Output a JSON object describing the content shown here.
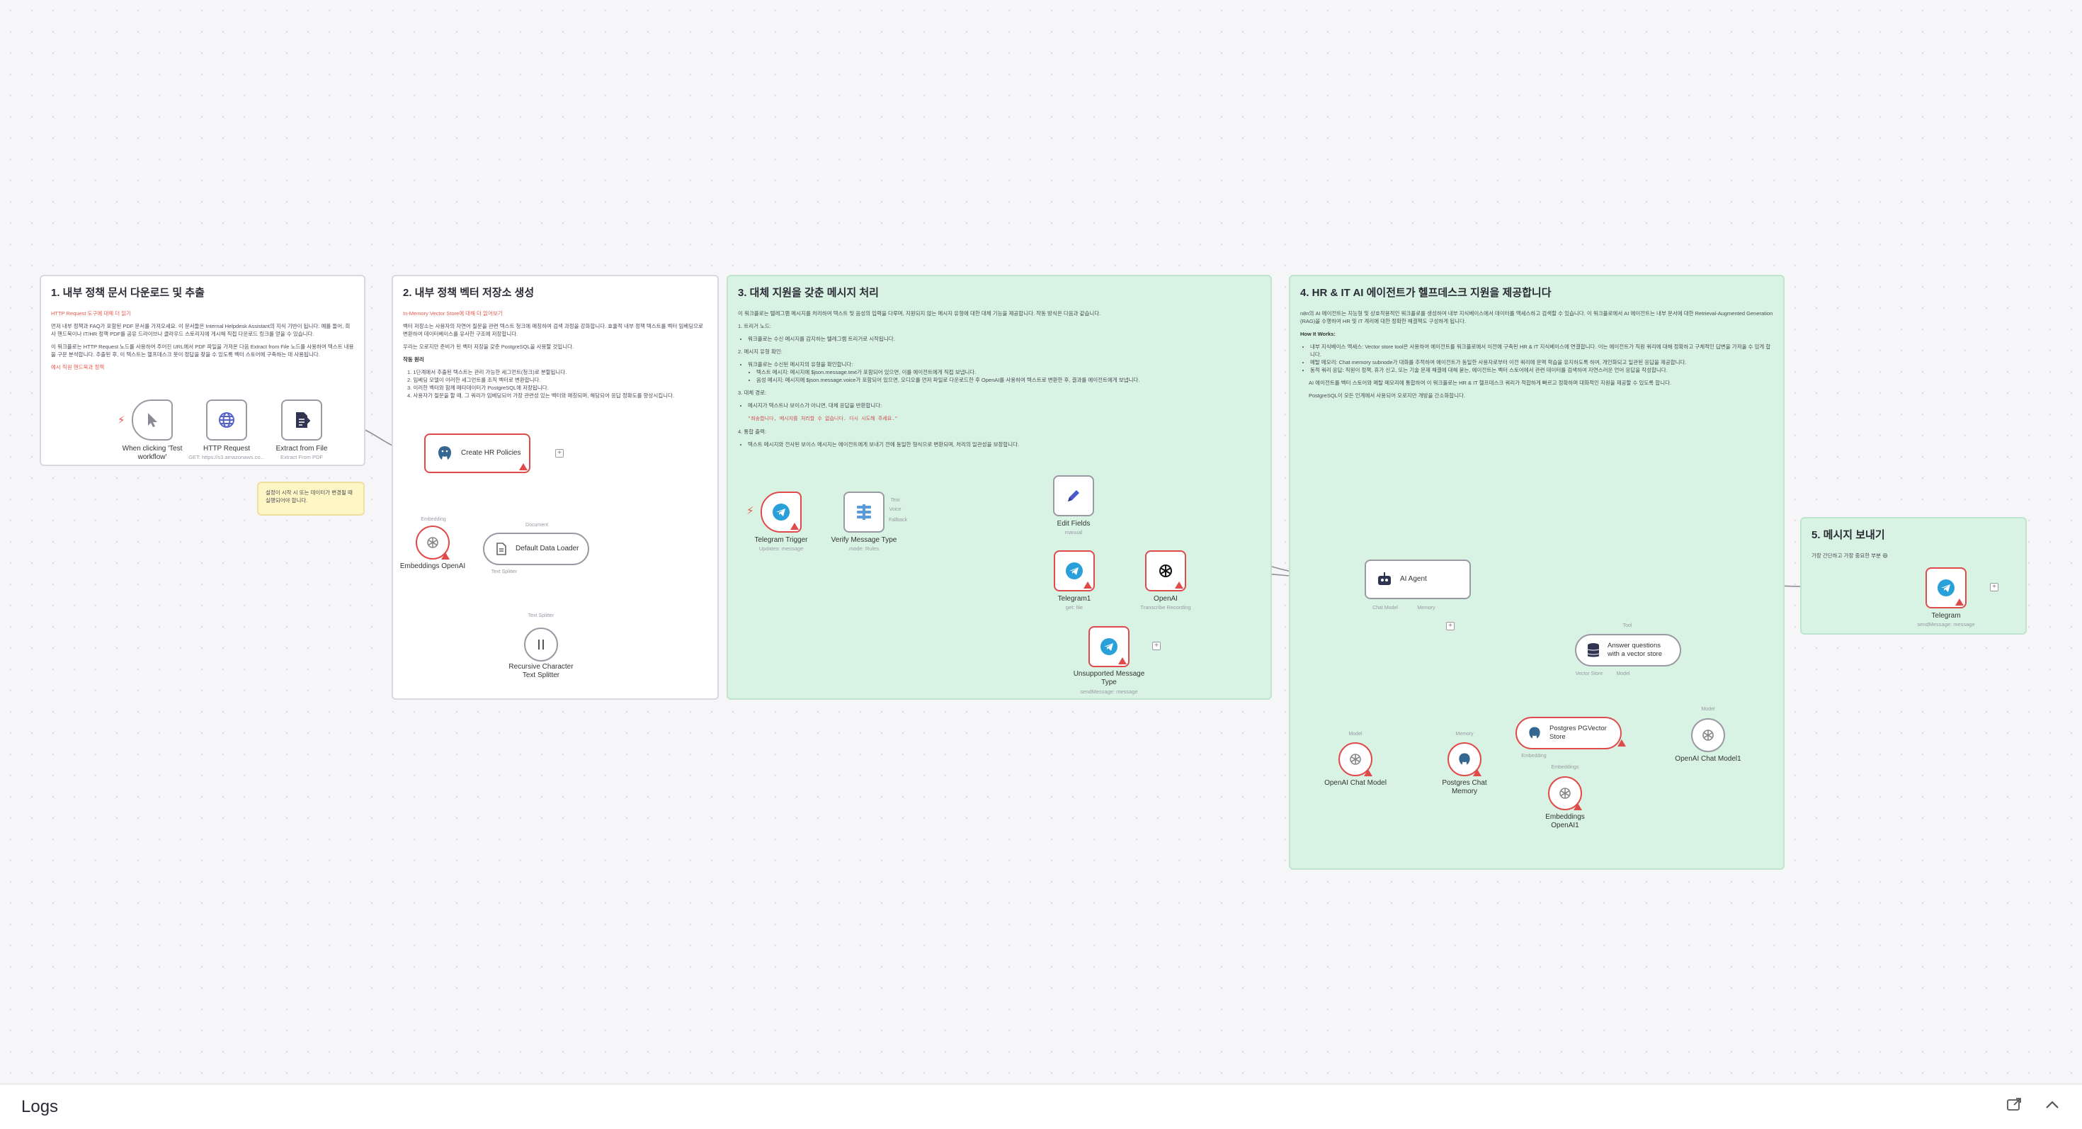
{
  "stickies": {
    "s1": {
      "title": "1. 내부 정책 문서 다운로드 및 추출",
      "link": "HTTP Request 도구에 대해 더 읽기",
      "p1": "먼저 내부 정책과 FAQ가 포함된 PDF 문서를 가져오세요. 이 문서들은 Internal Helpdesk Assistant의 지식 기반이 됩니다. 예를 들어, 회사 핸드북이나 IT/HR 정책 PDF를 공유 드라이브나 클라우드 스토리지에 게시해 직접 다운로드 링크를 얻을 수 있습니다.",
      "p2": "이 워크플로는 HTTP Request 노드를 사용하여 주어진 URL에서 PDF 파일을 가져온 다음 Extract from File 노드를 사용하여 텍스트 내용을 구문 분석합니다. 추출된 후, 이 텍스트는 헬프데스크 봇이 정답을 찾을 수 있도록 벡터 스토어에 구축하는 데 사용됩니다.",
      "link2": "예시 직원 핸드북과 정책"
    },
    "s2": {
      "title": "2. 내부 정책 벡터 저장소 생성",
      "link": "In-Memory Vector Store에 대해 더 읽어보기",
      "p1": "벡터 저장소는 사용자의 자연어 질문을 관련 텍스트 청크에 매칭하여 검색 과정을 강화합니다. 효율적 내부 정책 텍스트를 벡터 임베딩으로 변환하여 데이터베이스를 유사한 구조에 저장합니다.",
      "p2": "우리는 오로지만 준비가 된 벡터 저장을 갖춘 PostgreSQL을 사용할 것입니다.",
      "p3": "작동 원리",
      "list": [
        "1. 1단계에서 추출된 텍스트는 관리 가능한 세그먼트(청크)로 분할됩니다.",
        "2. 임베딩 모델이 이러한 세그먼트를 조직 벡터로 변환합니다.",
        "3. 이러한 벡터와 함께 메타데이터가 PostgreSQL에 저장됩니다.",
        "4. 사용자가 질문을 할 때, 그 쿼리가 임베딩되어 가장 관련성 있는 벡터와 매칭되며, 해당되어 응답 정확도를 향상시킵니다."
      ],
      "note": "설정이 시작 시 또는 데이터가 변경될 때 실행되어야 합니다."
    },
    "s3": {
      "title": "3. 대체 지원을 갖춘 메시지 처리",
      "p1": "이 워크플로는 텔레그램 메시지를 처리하여 텍스트 및 음성의 입력을 다루며, 지원되지 않는 메시지 유형에 대한 대체 기능을 제공합니다. 작동 방식은 다음과 같습니다.",
      "h1": "1. 트리거 노드:",
      "l1": "워크플로는 수신 메시지를 감지하는 텔레그램 트리거로 시작됩니다.",
      "h2": "2. 메시지 유형 확인:",
      "l2a": "워크플로는 수신된 메시지의 유형을 확인합니다:",
      "l2b": "텍스트 메시지: 메시지에 $json.message.text가 포함되어 있으면, 이를 에이전트에게 직접 보냅니다.",
      "l2c": "음성 메시지: 메시지에 $json.message.voice가 포함되어 있으면, 오디오를 먼저 파일로 다운로드한 후 OpenAI를 사용하여 텍스트로 변환한 후, 결과를 에이전트에게 보냅니다.",
      "h3": "3. 대체 경로:",
      "l3": "메시지가 텍스트나 보이스가 아니면, 대체 응답을 반환합니다:",
      "l3code": "\"죄송합니다, 메시지를 처리할 수 없습니다. 다시 시도해 주세요.\"",
      "h4": "4. 통합 출력:",
      "l4": "텍스트 메시지와 전사된 보이스 메시지는 에이전트에게 보내기 전에 동일한 형식으로 변환되며, 처리의 일관성을 보장합니다."
    },
    "s4": {
      "title": "4. HR & IT AI 에이전트가 헬프데스크 지원을 제공합니다",
      "p1": "n8n의 AI 에이전트는 지능형 및 상호작용적인 워크플로를 생성하여 내부 지식베이스에서 데이터를 액세스하고 검색할 수 있습니다. 이 워크플로에서 AI 에이전트는 내부 문서에 대한 Retrieval-Augmented Generation (RAG)을 수행하여 HR 및 IT 계리에 대한 정확한 해결책도 구성하게 됩니다.",
      "how": "How It Works:",
      "b1": "내부 지식베이스 액세스: Vector store tool은 사용하여 에이전트를 워크플로에서 이전에 구축된 HR & IT 지식베이스에 연결합니다. 이는 에이전트가 직원 쿼리에 대해 정확하고 구체적인 답변을 가져올 수 있게 합니다.",
      "b2": "메탈 메모리: Chat memory subnode가 대화를 추적하여 에이전트가 동일한 사용자로부터 이전 쿼리에 문맥 학습을 유지하도록 하여, 개인화되고 일관된 응답을 제공합니다.",
      "b3": "동적 쿼리 응답: 직원이 정책, 휴가 신고, 또는 기술 문제 해결에 대해 묻는, 에이전트는 벡터 스토어에서 관련 데이터를 검색하여 자연스러운 언어 응답을 작성합니다.",
      "p2": "AI 에이전트를 벡터 스토어와 메탈 메모리에 통합하여 이 워크플로는 HR & IT 헬프데스크 쿼리가 적합하게 빠르고 정확하며 대화적인 지원을 제공할 수 있도록 합니다.",
      "p3": "PostgreSQL이 모든 인계에서 사용되어 오로지만 개방을 간소화합니다."
    },
    "s5": {
      "title": "5. 메시지 보내기",
      "p1": "가장 간단하고 가장 중요한 부분 😄"
    }
  },
  "nodes": {
    "manual": {
      "label": "When clicking 'Test workflow'"
    },
    "http": {
      "label": "HTTP Request",
      "sub": "GET: https://s3.amazonaws.co..."
    },
    "extract": {
      "label": "Extract from File",
      "sub": "Extract From PDF"
    },
    "create_hr": {
      "label": "Create HR Policies"
    },
    "emb1": {
      "label": "Embeddings OpenAI"
    },
    "loader": {
      "label": "Default Data Loader"
    },
    "splitter": {
      "label": "Recursive Character Text Splitter"
    },
    "tg_trigger": {
      "label": "Telegram Trigger",
      "sub": "Updates: message"
    },
    "verify": {
      "label": "Verify Message Type",
      "sub": "mode: Rules"
    },
    "edit": {
      "label": "Edit Fields",
      "sub": "manual"
    },
    "tg1": {
      "label": "Telegram1",
      "sub": "get: file"
    },
    "openai": {
      "label": "OpenAI",
      "sub": "Transcribe Recording"
    },
    "unsupported": {
      "label": "Unsupported Message Type",
      "sub": "sendMessage: message"
    },
    "agent": {
      "label": "AI Agent"
    },
    "answer": {
      "label": "Answer questions with a vector store"
    },
    "pgvector": {
      "label": "Postgres PGVector Store"
    },
    "chat_model": {
      "label": "OpenAI Chat Model"
    },
    "pg_mem": {
      "label": "Postgres Chat Memory"
    },
    "emb2": {
      "label": "Embeddings OpenAI1"
    },
    "chat_model1": {
      "label": "OpenAI Chat Model1"
    },
    "tg_send": {
      "label": "Telegram",
      "sub": "sendMessage: message"
    }
  },
  "ports": {
    "embedding": "Embedding",
    "document": "Document",
    "embeddings": "Embeddings",
    "text_splitter": "Text Splitter",
    "text_splitter_top": "Text Splitter",
    "chat_model": "Chat Model",
    "memory": "Memory",
    "tool": "Tool",
    "vector_store": "Vector Store",
    "model": "Model",
    "embedding2": "Embedding",
    "embeddings2": "Embeddings",
    "model_top": "Model",
    "chat_model_top": "Model",
    "memory_top": "Memory",
    "text": "Text",
    "voice": "Voice",
    "fallback": "Fallback"
  },
  "logs": {
    "title": "Logs"
  },
  "icons": {
    "cursor": "cursor-icon",
    "globe": "globe-icon",
    "file": "file-extract-icon",
    "postgres": "postgres-elephant-icon",
    "openai": "openai-logo-icon",
    "telegram": "telegram-icon",
    "switch": "switch-route-icon",
    "pencil": "pencil-icon",
    "robot": "robot-icon",
    "database": "database-icon",
    "split": "split-icon"
  }
}
